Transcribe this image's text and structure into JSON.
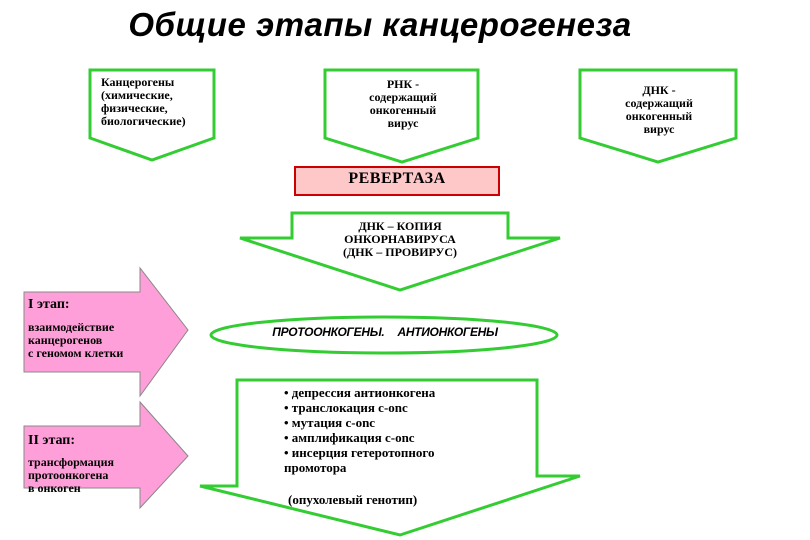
{
  "title": "Общие этапы канцерогенеза",
  "boxes": {
    "carcinogens": "Канцерогены\n(химические,\nфизические,\nбиологические)",
    "rna_virus": "РНК -\nсодержащий\nонкогенный\nвирус",
    "dna_virus": "ДНК -\nсодержащий\nонкогенный\nвирус"
  },
  "revertase": "РЕВЕРТАЗА",
  "dna_copy": "ДНК – КОПИЯ\nОНКОРНАВИРУСА\n(ДНК – ПРОВИРУС)",
  "stage1": {
    "title": "I этап:",
    "text": "взаимодействие\nканцерогенов\nс геномом клетки"
  },
  "stage2": {
    "title": "II этап:",
    "text": "трансформация\nпротоонкогена\nв онкоген"
  },
  "protooncogenes": "ПРОТООНКОГЕНЫ.   АНТИОНКОГЕНЫ",
  "mechanisms": [
    "• депрессия антионкогена",
    "• транслокация с-onc",
    "• мутация   c-onc",
    "• амплификация        c-onc",
    "• инсерция     гетеротопного промотора"
  ],
  "genotype": "(опухолевый генотип)",
  "colors": {
    "green": "#33cc33",
    "revertase_border": "#cc0000",
    "revertase_fill": "#ffc8c8",
    "pink_fill": "#ff9fd9"
  }
}
